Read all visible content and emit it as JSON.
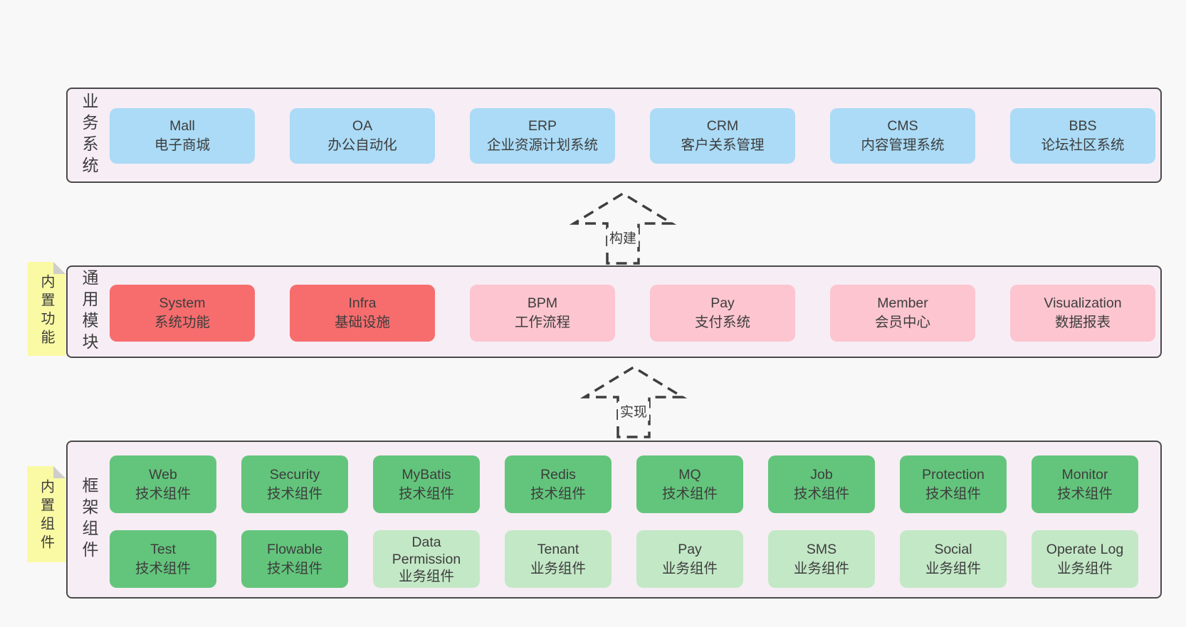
{
  "colors": {
    "page_bg": "#f8f8f8",
    "container_bg": "#f7edf5",
    "container_border": "#4a4a4a",
    "blue": "#abdbf6",
    "red": "#f76d6e",
    "pink": "#fcc5cf",
    "green": "#63c57c",
    "lightgreen": "#c3e8c6",
    "sticky": "#fafaa4",
    "text": "#3d3d3d"
  },
  "arrows": [
    {
      "label": "构建"
    },
    {
      "label": "实现"
    }
  ],
  "layers": {
    "business": {
      "label": "业务系统",
      "boxes": [
        {
          "title": "Mall",
          "subtitle": "电子商城"
        },
        {
          "title": "OA",
          "subtitle": "办公自动化"
        },
        {
          "title": "ERP",
          "subtitle": "企业资源计划系统"
        },
        {
          "title": "CRM",
          "subtitle": "客户关系管理"
        },
        {
          "title": "CMS",
          "subtitle": "内容管理系统"
        },
        {
          "title": "BBS",
          "subtitle": "论坛社区系统"
        }
      ]
    },
    "modules": {
      "label": "通用模块",
      "note": "内置功能",
      "boxes": [
        {
          "title": "System",
          "subtitle": "系统功能",
          "variant": "red"
        },
        {
          "title": "Infra",
          "subtitle": "基础设施",
          "variant": "red"
        },
        {
          "title": "BPM",
          "subtitle": "工作流程",
          "variant": "pink"
        },
        {
          "title": "Pay",
          "subtitle": "支付系统",
          "variant": "pink"
        },
        {
          "title": "Member",
          "subtitle": "会员中心",
          "variant": "pink"
        },
        {
          "title": "Visualization",
          "subtitle": "数据报表",
          "variant": "pink"
        }
      ]
    },
    "components": {
      "label": "框架组件",
      "note": "内置组件",
      "row1": [
        {
          "title": "Web",
          "subtitle": "技术组件",
          "variant": "green"
        },
        {
          "title": "Security",
          "subtitle": "技术组件",
          "variant": "green"
        },
        {
          "title": "MyBatis",
          "subtitle": "技术组件",
          "variant": "green"
        },
        {
          "title": "Redis",
          "subtitle": "技术组件",
          "variant": "green"
        },
        {
          "title": "MQ",
          "subtitle": "技术组件",
          "variant": "green"
        },
        {
          "title": "Job",
          "subtitle": "技术组件",
          "variant": "green"
        },
        {
          "title": "Protection",
          "subtitle": "技术组件",
          "variant": "green"
        },
        {
          "title": "Monitor",
          "subtitle": "技术组件",
          "variant": "green"
        }
      ],
      "row2": [
        {
          "title": "Test",
          "subtitle": "技术组件",
          "variant": "green"
        },
        {
          "title": "Flowable",
          "subtitle": "技术组件",
          "variant": "green"
        },
        {
          "title": "Data Permission",
          "subtitle": "业务组件",
          "variant": "lightgreen"
        },
        {
          "title": "Tenant",
          "subtitle": "业务组件",
          "variant": "lightgreen"
        },
        {
          "title": "Pay",
          "subtitle": "业务组件",
          "variant": "lightgreen"
        },
        {
          "title": "SMS",
          "subtitle": "业务组件",
          "variant": "lightgreen"
        },
        {
          "title": "Social",
          "subtitle": "业务组件",
          "variant": "lightgreen"
        },
        {
          "title": "Operate Log",
          "subtitle": "业务组件",
          "variant": "lightgreen"
        }
      ]
    }
  }
}
